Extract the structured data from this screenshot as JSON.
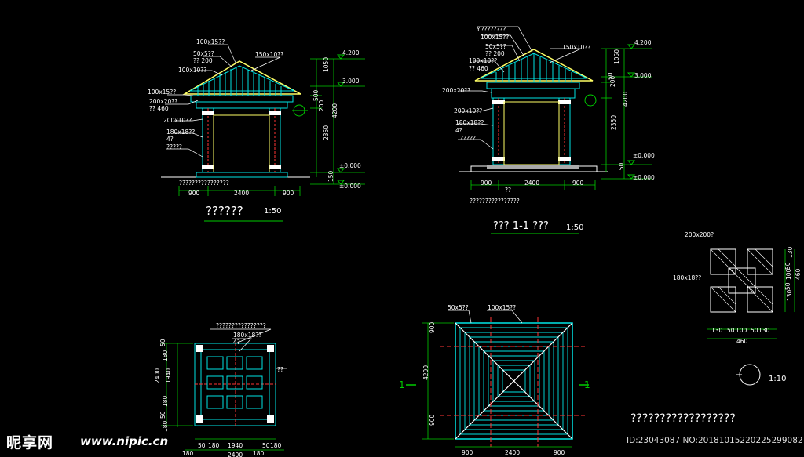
{
  "front_elevation": {
    "title": "??????",
    "scale": "1:50",
    "labels": [
      "100x15??",
      "50x5??",
      "?? 200",
      "100x10??",
      "150x10??",
      "100x15??",
      "200x20??",
      "?? 460",
      "200x10??",
      "180x18??",
      "4?",
      "?????",
      "????????????????"
    ],
    "dims_bottom": [
      "900",
      "2400",
      "900"
    ],
    "dims_right": [
      "1050",
      "500",
      "200",
      "4200",
      "2350",
      "150"
    ],
    "levels": [
      "4.200",
      "3.000",
      "±0.000",
      "±0.000"
    ]
  },
  "section_1_1": {
    "title": "???  1-1  ???",
    "scale": "1:50",
    "labels": [
      "Y.????????",
      "100x15??",
      "50x5??",
      "?? 200",
      "100x10??",
      "?? 460",
      "150x10??",
      "200x20??",
      "200x10??",
      "180x18??",
      "4?",
      "?????",
      "??",
      "????????????????"
    ],
    "dims_bottom": [
      "900",
      "2400",
      "900"
    ],
    "dims_right": [
      "1050",
      "200",
      "50",
      "4200",
      "2350",
      "150"
    ],
    "levels": [
      "4.200",
      "3.000",
      "±0.000",
      "±0.000"
    ]
  },
  "detail": {
    "labels": [
      "200x200?",
      "180x18??"
    ],
    "dims_bottom": [
      "130",
      "50",
      "100",
      "50",
      "130",
      "460"
    ],
    "dims_right": [
      "130",
      "50",
      "100",
      "50",
      "130",
      "460"
    ],
    "callout_scale": "1:10"
  },
  "plan": {
    "labels": [
      "????????????????",
      "180x18??",
      "4?",
      "??"
    ],
    "dims_left": [
      "50",
      "180",
      "2400",
      "1940",
      "180",
      "50",
      "180"
    ],
    "dims_bottom": [
      "180",
      "50",
      "180",
      "1940",
      "180",
      "50",
      "180",
      "2400"
    ]
  },
  "roof_plan": {
    "labels": [
      "50x5??",
      "100x15??"
    ],
    "section_marks": [
      "1",
      "1"
    ],
    "dims_left": [
      "900",
      "4200",
      "900"
    ],
    "dims_bottom": [
      "900",
      "2400",
      "900"
    ]
  },
  "notes": {
    "title": "??????????????????"
  },
  "watermark": {
    "logo": "昵享网",
    "url": "www.nipic.cn",
    "id": "ID:23043087 NO:20181015220225299082"
  },
  "colors": {
    "background": "#000000",
    "structure": "#00e5e5",
    "dimension": "#00cc00",
    "text": "#ffffff",
    "accent": "#ffff66",
    "center_line": "#ff3333"
  }
}
